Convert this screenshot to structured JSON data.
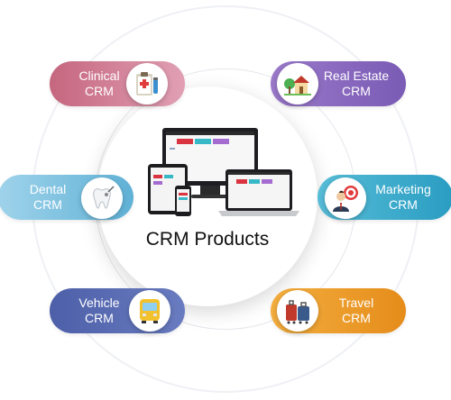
{
  "center": {
    "title": "CRM Products"
  },
  "items": [
    {
      "line1": "Clinical",
      "line2": "CRM",
      "color_start": "#c5667f",
      "color_end": "#e1a0b4",
      "icon": "clipboard-medicine-icon"
    },
    {
      "line1": "Real Estate",
      "line2": "CRM",
      "color_start": "#8f6fc0",
      "color_end": "#7a5bb5",
      "icon": "house-icon"
    },
    {
      "line1": "Dental",
      "line2": "CRM",
      "color_start": "#8ecbe4",
      "color_end": "#5fb1d6",
      "icon": "tooth-icon"
    },
    {
      "line1": "Marketing",
      "line2": "CRM",
      "color_start": "#4bb2cf",
      "color_end": "#2a9dc2",
      "icon": "target-businessman-icon"
    },
    {
      "line1": "Vehicle",
      "line2": "CRM",
      "color_start": "#4c5fa8",
      "color_end": "#6a7cc0",
      "icon": "bus-icon"
    },
    {
      "line1": "Travel",
      "line2": "CRM",
      "color_start": "#f0a531",
      "color_end": "#e58c1a",
      "icon": "luggage-icon"
    }
  ]
}
